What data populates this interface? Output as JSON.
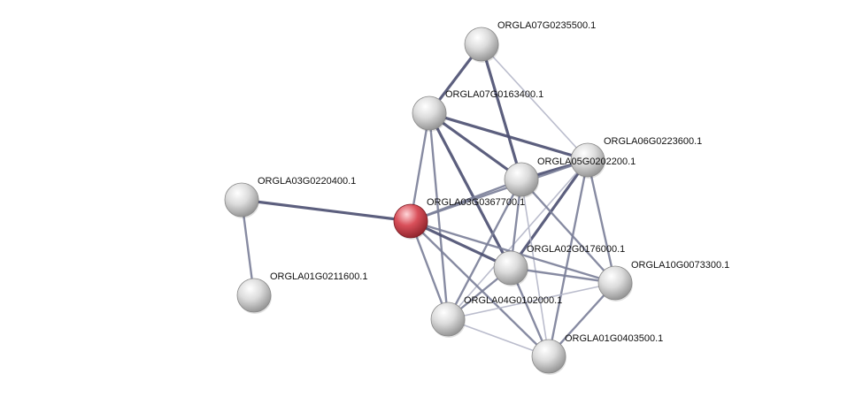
{
  "network": {
    "colors": {
      "query_node": "#d9505a",
      "node": "#dcdcdc",
      "edge_strong": "#4a4e70",
      "edge_medium": "#7a7e98",
      "edge_weak": "#b4b6c8",
      "label": "#111111"
    },
    "nodes": [
      {
        "id": "n_07G0235500",
        "label": "ORGLA07G0235500.1",
        "query": false
      },
      {
        "id": "n_07G0163400",
        "label": "ORGLA07G0163400.1",
        "query": false
      },
      {
        "id": "n_06G0223600",
        "label": "ORGLA06G0223600.1",
        "query": false
      },
      {
        "id": "n_05G0202200",
        "label": "ORGLA05G0202200.1",
        "query": false
      },
      {
        "id": "n_03G0220400",
        "label": "ORGLA03G0220400.1",
        "query": false
      },
      {
        "id": "n_03G0367700",
        "label": "ORGLA03G0367700.1",
        "query": true
      },
      {
        "id": "n_02G0176000",
        "label": "ORGLA02G0176000.1",
        "query": false
      },
      {
        "id": "n_10G0073300",
        "label": "ORGLA10G0073300.1",
        "query": false
      },
      {
        "id": "n_01G0211600",
        "label": "ORGLA01G0211600.1",
        "query": false
      },
      {
        "id": "n_04G0102000",
        "label": "ORGLA04G0102000.1",
        "query": false
      },
      {
        "id": "n_01G0403500",
        "label": "ORGLA01G0403500.1",
        "query": false
      }
    ],
    "edges": [
      {
        "source": "n_03G0220400",
        "target": "n_03G0367700",
        "strength": "strong"
      },
      {
        "source": "n_03G0220400",
        "target": "n_01G0211600",
        "strength": "medium"
      },
      {
        "source": "n_07G0235500",
        "target": "n_07G0163400",
        "strength": "strong"
      },
      {
        "source": "n_07G0235500",
        "target": "n_05G0202200",
        "strength": "strong"
      },
      {
        "source": "n_07G0235500",
        "target": "n_06G0223600",
        "strength": "weak"
      },
      {
        "source": "n_07G0163400",
        "target": "n_06G0223600",
        "strength": "strong"
      },
      {
        "source": "n_07G0163400",
        "target": "n_05G0202200",
        "strength": "strong"
      },
      {
        "source": "n_07G0163400",
        "target": "n_03G0367700",
        "strength": "medium"
      },
      {
        "source": "n_07G0163400",
        "target": "n_02G0176000",
        "strength": "strong"
      },
      {
        "source": "n_07G0163400",
        "target": "n_04G0102000",
        "strength": "medium"
      },
      {
        "source": "n_06G0223600",
        "target": "n_05G0202200",
        "strength": "strong"
      },
      {
        "source": "n_06G0223600",
        "target": "n_03G0367700",
        "strength": "medium"
      },
      {
        "source": "n_06G0223600",
        "target": "n_02G0176000",
        "strength": "strong"
      },
      {
        "source": "n_06G0223600",
        "target": "n_10G0073300",
        "strength": "medium"
      },
      {
        "source": "n_06G0223600",
        "target": "n_04G0102000",
        "strength": "weak"
      },
      {
        "source": "n_06G0223600",
        "target": "n_01G0403500",
        "strength": "medium"
      },
      {
        "source": "n_05G0202200",
        "target": "n_03G0367700",
        "strength": "medium"
      },
      {
        "source": "n_05G0202200",
        "target": "n_02G0176000",
        "strength": "medium"
      },
      {
        "source": "n_05G0202200",
        "target": "n_04G0102000",
        "strength": "medium"
      },
      {
        "source": "n_05G0202200",
        "target": "n_10G0073300",
        "strength": "medium"
      },
      {
        "source": "n_05G0202200",
        "target": "n_01G0403500",
        "strength": "weak"
      },
      {
        "source": "n_03G0367700",
        "target": "n_02G0176000",
        "strength": "strong"
      },
      {
        "source": "n_03G0367700",
        "target": "n_10G0073300",
        "strength": "medium"
      },
      {
        "source": "n_03G0367700",
        "target": "n_04G0102000",
        "strength": "medium"
      },
      {
        "source": "n_03G0367700",
        "target": "n_01G0403500",
        "strength": "medium"
      },
      {
        "source": "n_02G0176000",
        "target": "n_10G0073300",
        "strength": "medium"
      },
      {
        "source": "n_02G0176000",
        "target": "n_04G0102000",
        "strength": "medium"
      },
      {
        "source": "n_02G0176000",
        "target": "n_01G0403500",
        "strength": "medium"
      },
      {
        "source": "n_10G0073300",
        "target": "n_04G0102000",
        "strength": "weak"
      },
      {
        "source": "n_10G0073300",
        "target": "n_01G0403500",
        "strength": "medium"
      },
      {
        "source": "n_04G0102000",
        "target": "n_01G0403500",
        "strength": "weak"
      }
    ]
  }
}
